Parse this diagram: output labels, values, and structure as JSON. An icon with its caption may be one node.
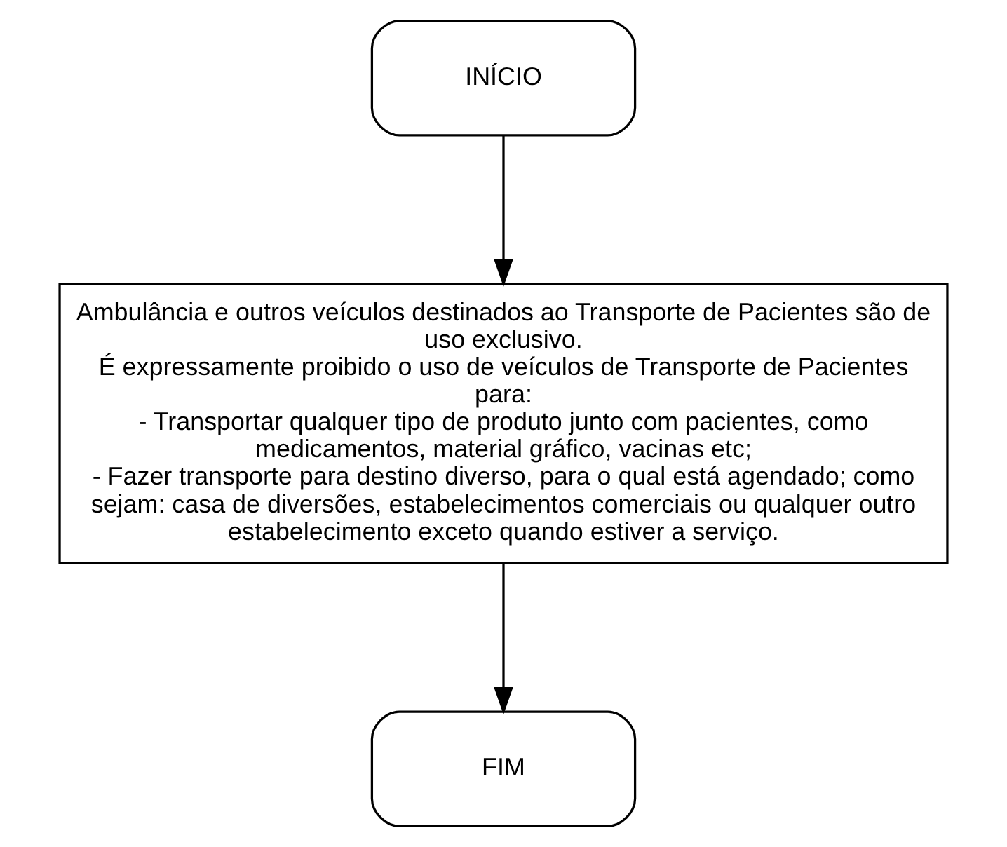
{
  "diagram": {
    "nodes": [
      {
        "text": [
          "INÍCIO"
        ]
      },
      {
        "text": [
          "Ambulância e outros veículos destinados ao Transporte de Pacientes são de uso exclusivo.",
          "É expressamente proibido o uso de veículos de Transporte de Pacientes para:",
          "- Transportar qualquer tipo de produto junto com pacientes, como medicamentos, material gráfico, vacinas etc;",
          "- Fazer transporte para destino diverso, para o qual está agendado; como sejam: casa de diversões, estabelecimentos comerciais ou qualquer outro estabelecimento exceto quando estiver a serviço."
        ]
      },
      {
        "text": [
          "FIM"
        ]
      }
    ],
    "edges": [
      {
        "from": 0,
        "to": 1,
        "arrow": "to"
      },
      {
        "from": 1,
        "to": 2,
        "arrow": "to"
      }
    ]
  }
}
